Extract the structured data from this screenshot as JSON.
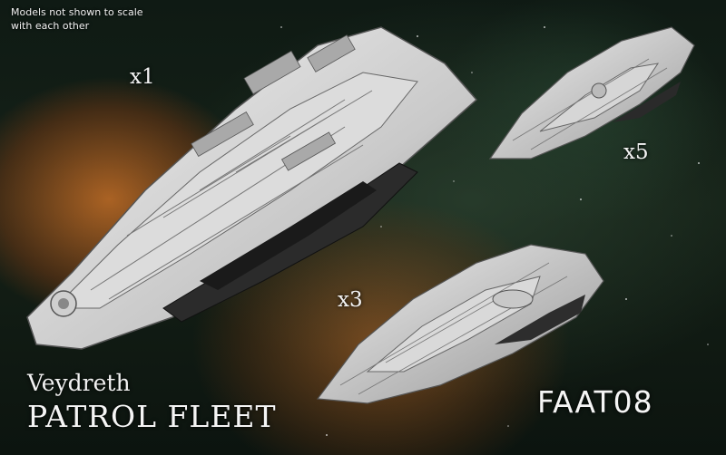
{
  "caption": {
    "note": "Models not shown to scale with each other",
    "faction": "Veydreth",
    "fleet_name": "PATROL FLEET",
    "product_code": "FAAT08"
  },
  "ships": [
    {
      "id": "large",
      "quantity": "x1"
    },
    {
      "id": "small",
      "quantity": "x5"
    },
    {
      "id": "medium",
      "quantity": "x3"
    }
  ]
}
